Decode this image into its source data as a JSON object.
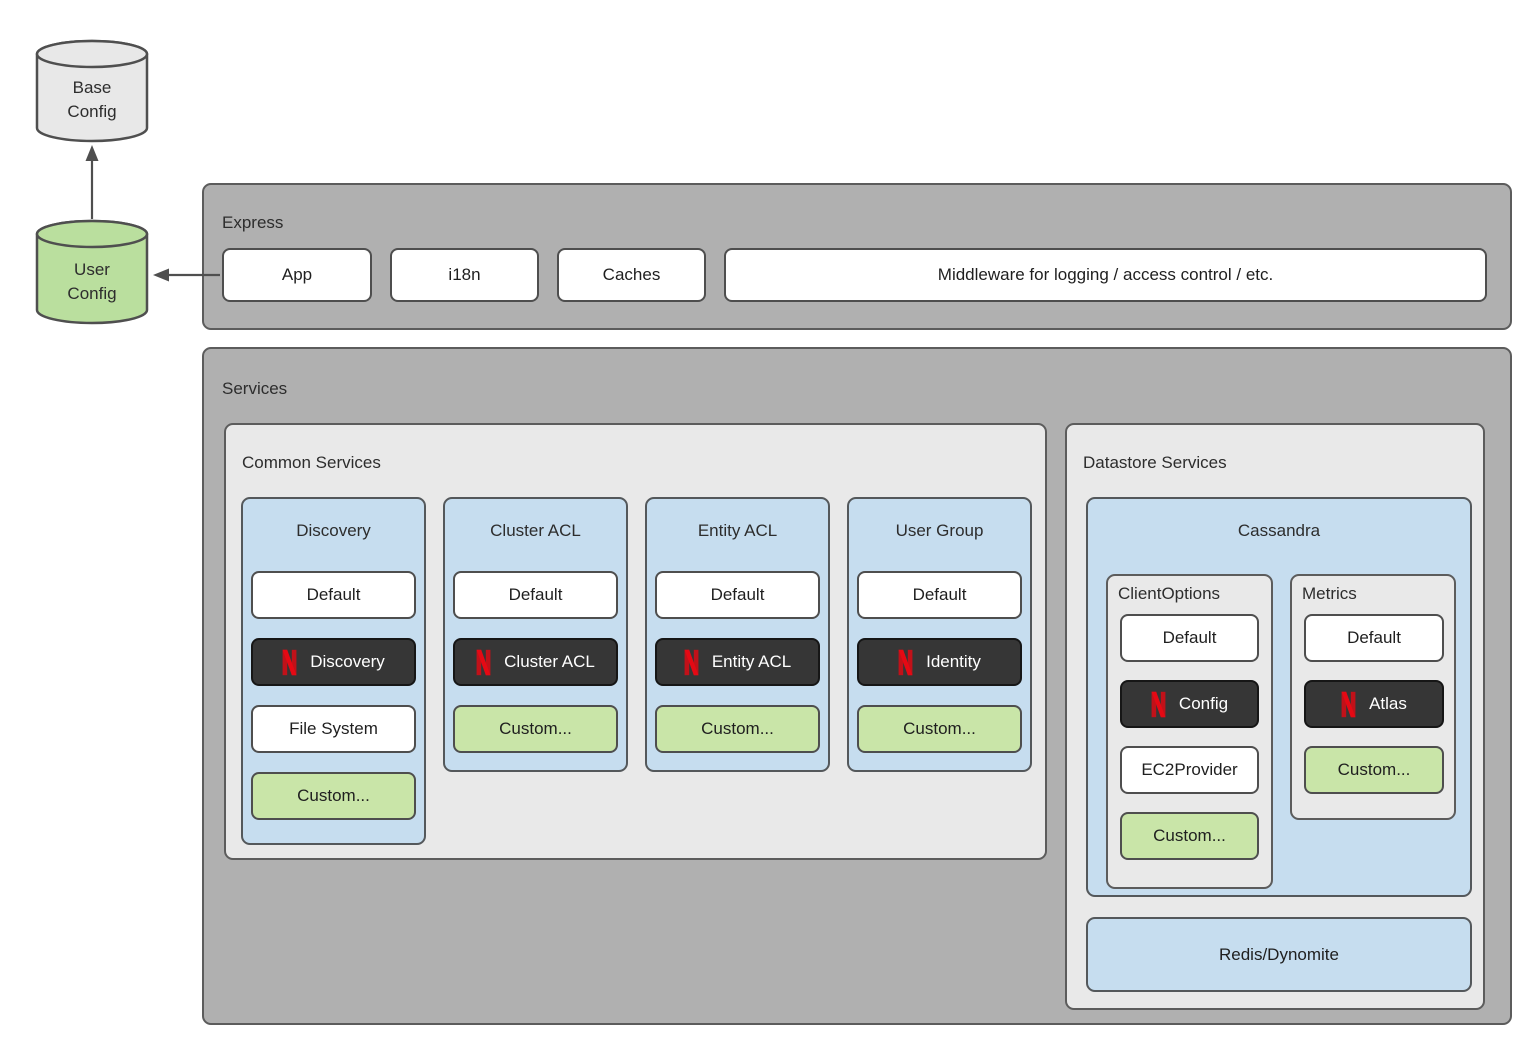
{
  "palette": {
    "container_gray": "#b0b0b0",
    "panel_light": "#e9e9e9",
    "blue": "#c6ddef",
    "green": "#c9e5a8",
    "cylinder_green": "#badf9e",
    "cylinder_gray": "#e8e8e8",
    "dark_box": "#363636",
    "netflix_red": "#e50914",
    "border": "#5c5c5c",
    "text": "#2d2d2d"
  },
  "cylinders": {
    "base": {
      "line1": "Base",
      "line2": "Config"
    },
    "user": {
      "line1": "User",
      "line2": "Config"
    }
  },
  "edges": [
    {
      "from": "user-config-cylinder",
      "to": "base-config-cylinder"
    },
    {
      "from": "express-app-box",
      "to": "user-config-cylinder"
    }
  ],
  "express": {
    "title": "Express",
    "items": [
      "App",
      "i18n",
      "Caches",
      "Middleware for logging / access control / etc."
    ]
  },
  "services": {
    "title": "Services",
    "common": {
      "title": "Common Services",
      "columns": [
        {
          "title": "Discovery",
          "items": [
            {
              "label": "Default",
              "type": "default"
            },
            {
              "label": "Discovery",
              "type": "netflix"
            },
            {
              "label": "File System",
              "type": "default"
            },
            {
              "label": "Custom...",
              "type": "custom"
            }
          ]
        },
        {
          "title": "Cluster ACL",
          "items": [
            {
              "label": "Default",
              "type": "default"
            },
            {
              "label": "Cluster ACL",
              "type": "netflix"
            },
            {
              "label": "Custom...",
              "type": "custom"
            }
          ]
        },
        {
          "title": "Entity ACL",
          "items": [
            {
              "label": "Default",
              "type": "default"
            },
            {
              "label": "Entity ACL",
              "type": "netflix"
            },
            {
              "label": "Custom...",
              "type": "custom"
            }
          ]
        },
        {
          "title": "User Group",
          "items": [
            {
              "label": "Default",
              "type": "default"
            },
            {
              "label": "Identity",
              "type": "netflix"
            },
            {
              "label": "Custom...",
              "type": "custom"
            }
          ]
        }
      ]
    },
    "datastore": {
      "title": "Datastore Services",
      "cassandra": {
        "title": "Cassandra",
        "groups": [
          {
            "title": "ClientOptions",
            "items": [
              {
                "label": "Default",
                "type": "default"
              },
              {
                "label": "Config",
                "type": "netflix"
              },
              {
                "label": "EC2Provider",
                "type": "default"
              },
              {
                "label": "Custom...",
                "type": "custom"
              }
            ]
          },
          {
            "title": "Metrics",
            "items": [
              {
                "label": "Default",
                "type": "default"
              },
              {
                "label": "Atlas",
                "type": "netflix"
              },
              {
                "label": "Custom...",
                "type": "custom"
              }
            ]
          }
        ]
      },
      "redis": {
        "label": "Redis/Dynomite"
      }
    }
  }
}
